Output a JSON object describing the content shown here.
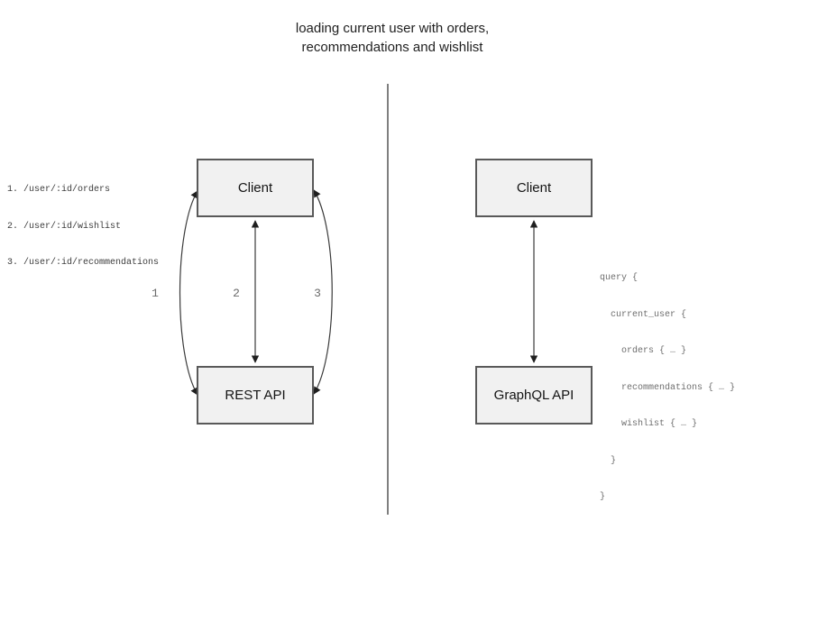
{
  "title": {
    "line1": "loading current user with orders,",
    "line2": "recommendations and wishlist"
  },
  "left_panel": {
    "client_box_label": "Client",
    "api_box_label": "REST API",
    "endpoints": [
      "1. /user/:id/orders",
      "2. /user/:id/wishlist",
      "3. /user/:id/recommendations"
    ],
    "arrow_labels": [
      "1",
      "2",
      "3"
    ]
  },
  "right_panel": {
    "client_box_label": "Client",
    "api_box_label": "GraphQL API",
    "query_lines": [
      "query {",
      "  current_user {",
      "    orders { … }",
      "    recommendations { … }",
      "    wishlist { … }",
      "  }",
      "}"
    ]
  },
  "colors": {
    "box_fill": "#f1f1f1",
    "box_border": "#595959",
    "arrow_stroke": "#3a3a3a",
    "divider": "#7f7f7f",
    "code_text": "#6e6e6e",
    "arrow_label_text": "#6b6b6b"
  }
}
